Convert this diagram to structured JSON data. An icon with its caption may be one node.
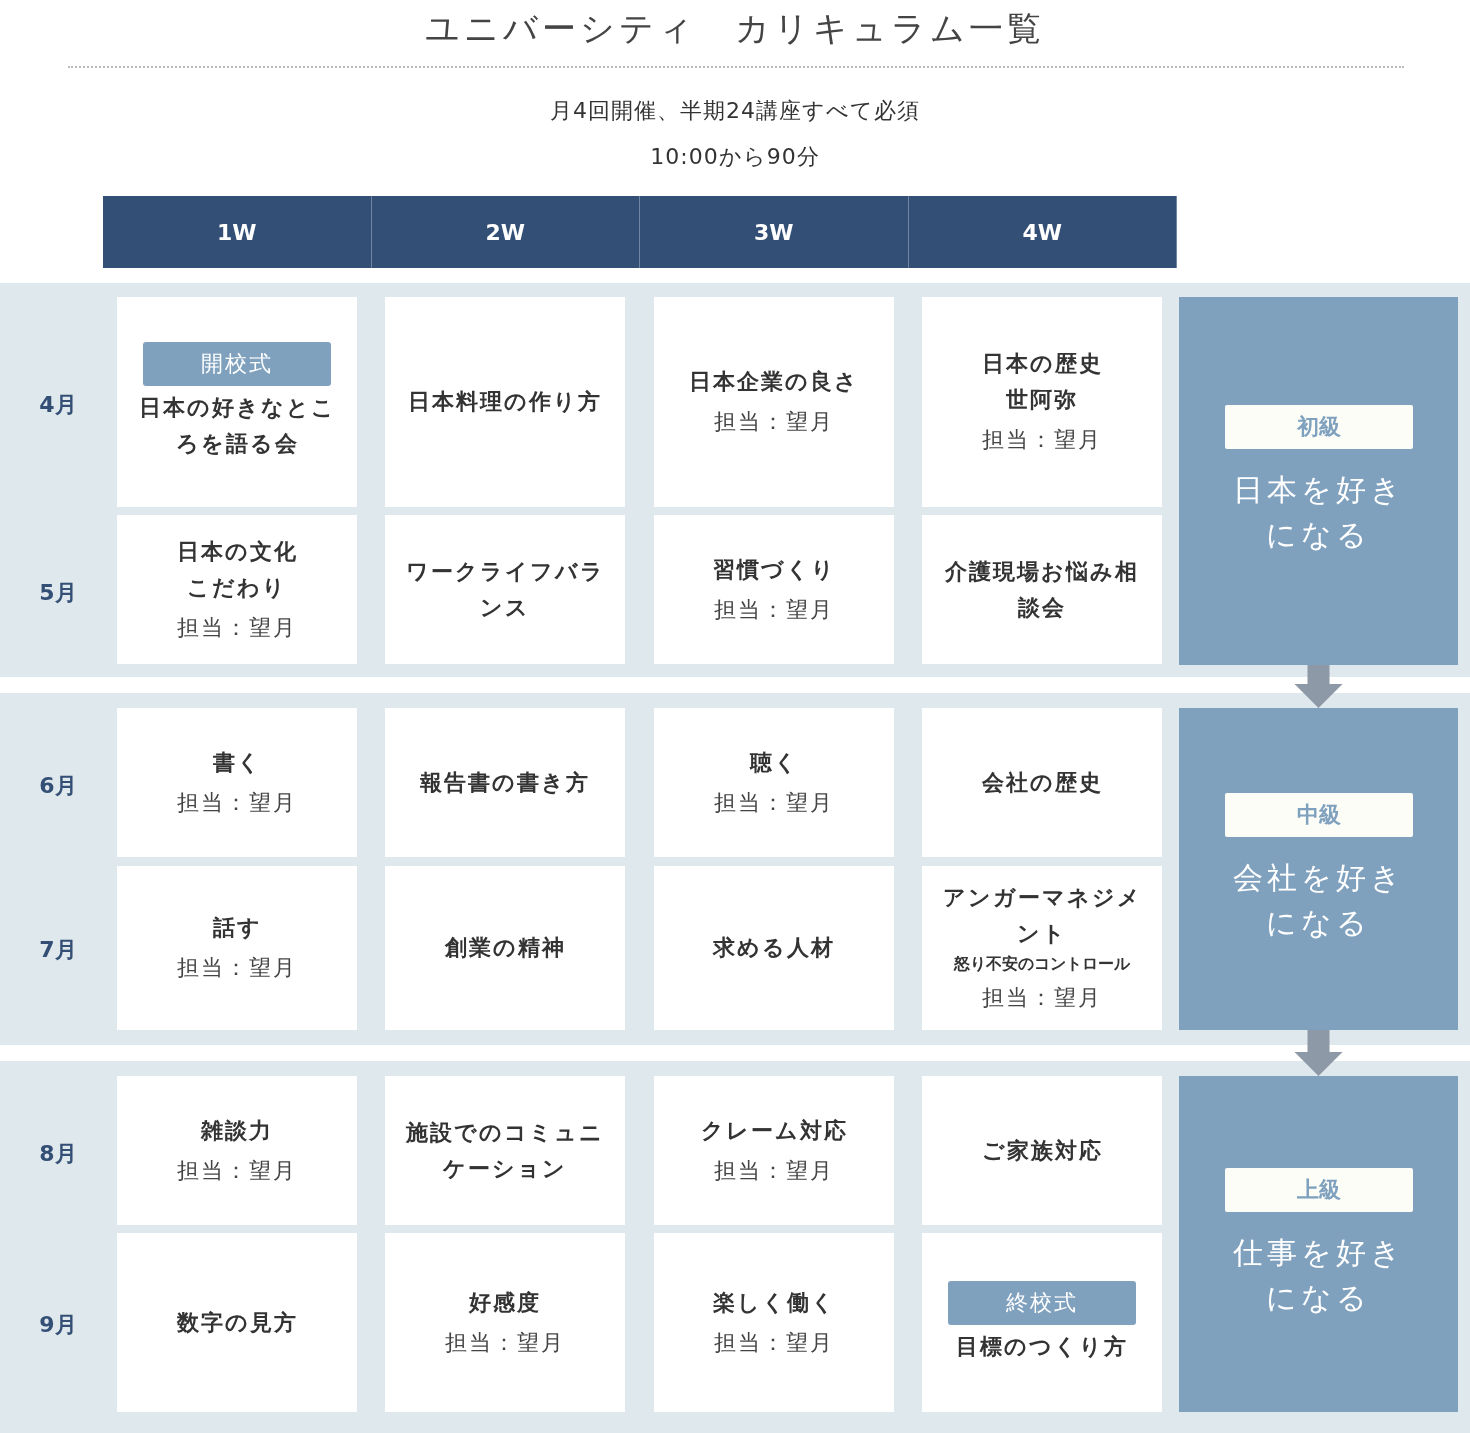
{
  "diagram": {
    "title": "ユニバーシティ　カリキュラム一覧",
    "nodes": [
      {
        "text": [
          "1W"
        ]
      },
      {
        "text": [
          "2W"
        ]
      },
      {
        "text": [
          "3W"
        ]
      },
      {
        "text": [
          "4W"
        ]
      },
      {
        "text": [
          "開校式",
          "日本の好きなところを語る会"
        ]
      },
      {
        "text": [
          "日本料理の作り方"
        ]
      },
      {
        "text": [
          "日本企業の良さ",
          "担当：望月"
        ]
      },
      {
        "text": [
          "日本の歴史",
          "世阿弥",
          "担当：望月"
        ]
      },
      {
        "text": [
          "日本の文化",
          "こだわり",
          "担当：望月"
        ]
      },
      {
        "text": [
          "ワークライフバランス"
        ]
      },
      {
        "text": [
          "習慣づくり",
          "担当：望月"
        ]
      },
      {
        "text": [
          "介護現場お悩み相談会"
        ]
      },
      {
        "text": [
          "初級",
          "日本を好きになる"
        ]
      },
      {
        "text": [
          "書く",
          "担当：望月"
        ]
      },
      {
        "text": [
          "報告書の書き方"
        ]
      },
      {
        "text": [
          "聴く",
          "担当：望月"
        ]
      },
      {
        "text": [
          "会社の歴史"
        ]
      },
      {
        "text": [
          "話す",
          "担当：望月"
        ]
      },
      {
        "text": [
          "創業の精神"
        ]
      },
      {
        "text": [
          "求める人材"
        ]
      },
      {
        "text": [
          "アンガーマネジメント",
          "怒り不安のコントロール",
          "担当：望月"
        ]
      },
      {
        "text": [
          "中級",
          "会社を好きになる"
        ]
      },
      {
        "text": [
          "雑談力",
          "担当：望月"
        ]
      },
      {
        "text": [
          "施設でのコミュニケーション"
        ]
      },
      {
        "text": [
          "クレーム対応",
          "担当：望月"
        ]
      },
      {
        "text": [
          "ご家族対応"
        ]
      },
      {
        "text": [
          "数字の見方"
        ]
      },
      {
        "text": [
          "好感度",
          "担当：望月"
        ]
      },
      {
        "text": [
          "楽しく働く",
          "担当：望月"
        ]
      },
      {
        "text": [
          "終校式",
          "目標のつくり方"
        ]
      },
      {
        "text": [
          "上級",
          "仕事を好きになる"
        ]
      }
    ],
    "edges": [
      {
        "from": 12,
        "to": 21,
        "arrow": "to"
      },
      {
        "from": 21,
        "to": 30,
        "arrow": "to"
      }
    ],
    "labels": [
      "月4回開催、半期24講座すべて必須",
      "10:00から90分",
      "4月",
      "5月",
      "6月",
      "7月",
      "8月",
      "9月"
    ]
  }
}
